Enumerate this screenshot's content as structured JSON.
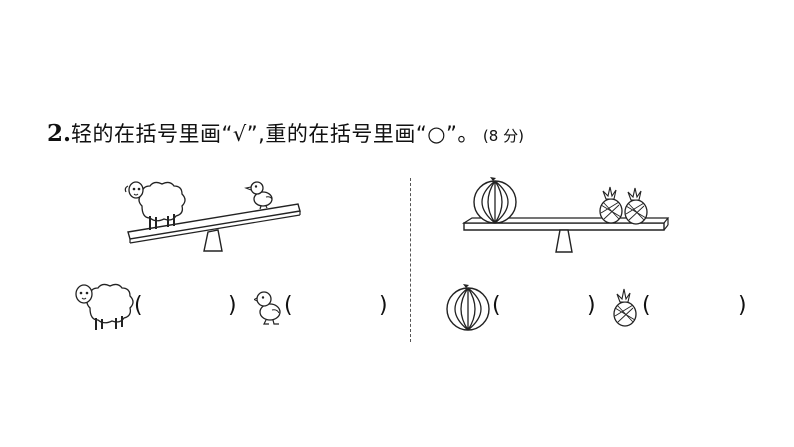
{
  "question": {
    "number": "2.",
    "text": "轻的在括号里画“√”,重的在括号里画“○”。",
    "score": "(8 分)"
  },
  "left_panel": {
    "scene_icons": [
      "sheep-icon",
      "duckling-icon",
      "seesaw-icon"
    ],
    "answers": [
      {
        "icon": "sheep-icon",
        "open": "(",
        "close": ")",
        "value": ""
      },
      {
        "icon": "duckling-icon",
        "open": "(",
        "close": ")",
        "value": ""
      }
    ]
  },
  "right_panel": {
    "scene_icons": [
      "watermelon-icon",
      "pineapple-icon",
      "seesaw-icon"
    ],
    "answers": [
      {
        "icon": "watermelon-icon",
        "open": "(",
        "close": ")",
        "value": ""
      },
      {
        "icon": "pineapple-icon",
        "open": "(",
        "close": ")",
        "value": ""
      }
    ]
  }
}
